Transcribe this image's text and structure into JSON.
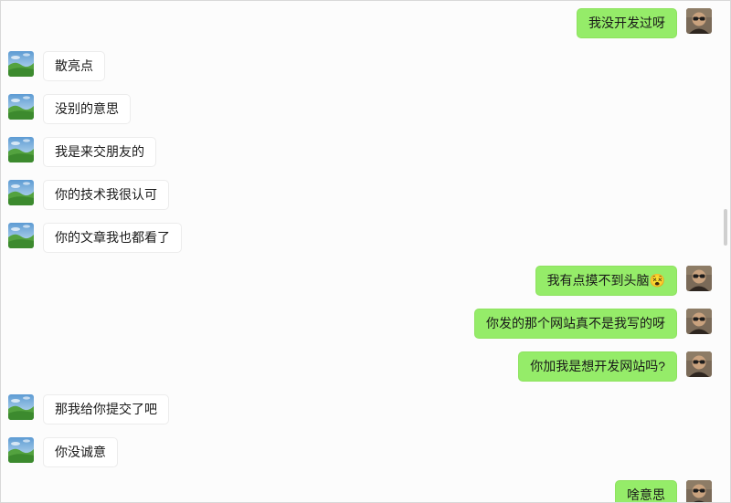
{
  "chat": {
    "colors": {
      "outgoing_bubble": "#95ec69",
      "incoming_bubble": "#ffffff",
      "background": "#fcfcfc",
      "text": "#191919"
    },
    "messages": [
      {
        "side": "right",
        "text": "我没开发过呀"
      },
      {
        "side": "left",
        "text": "散亮点"
      },
      {
        "side": "left",
        "text": "没别的意思"
      },
      {
        "side": "left",
        "text": "我是来交朋友的"
      },
      {
        "side": "left",
        "text": "你的技术我很认可"
      },
      {
        "side": "left",
        "text": "你的文章我也都看了"
      },
      {
        "side": "right",
        "text": "我有点摸不到头脑😵"
      },
      {
        "side": "right",
        "text": "你发的那个网站真不是我写的呀"
      },
      {
        "side": "right",
        "text": "你加我是想开发网站吗?"
      },
      {
        "side": "left",
        "text": "那我给你提交了吧"
      },
      {
        "side": "left",
        "text": "你没诚意"
      },
      {
        "side": "right",
        "text": "啥意思"
      }
    ]
  }
}
